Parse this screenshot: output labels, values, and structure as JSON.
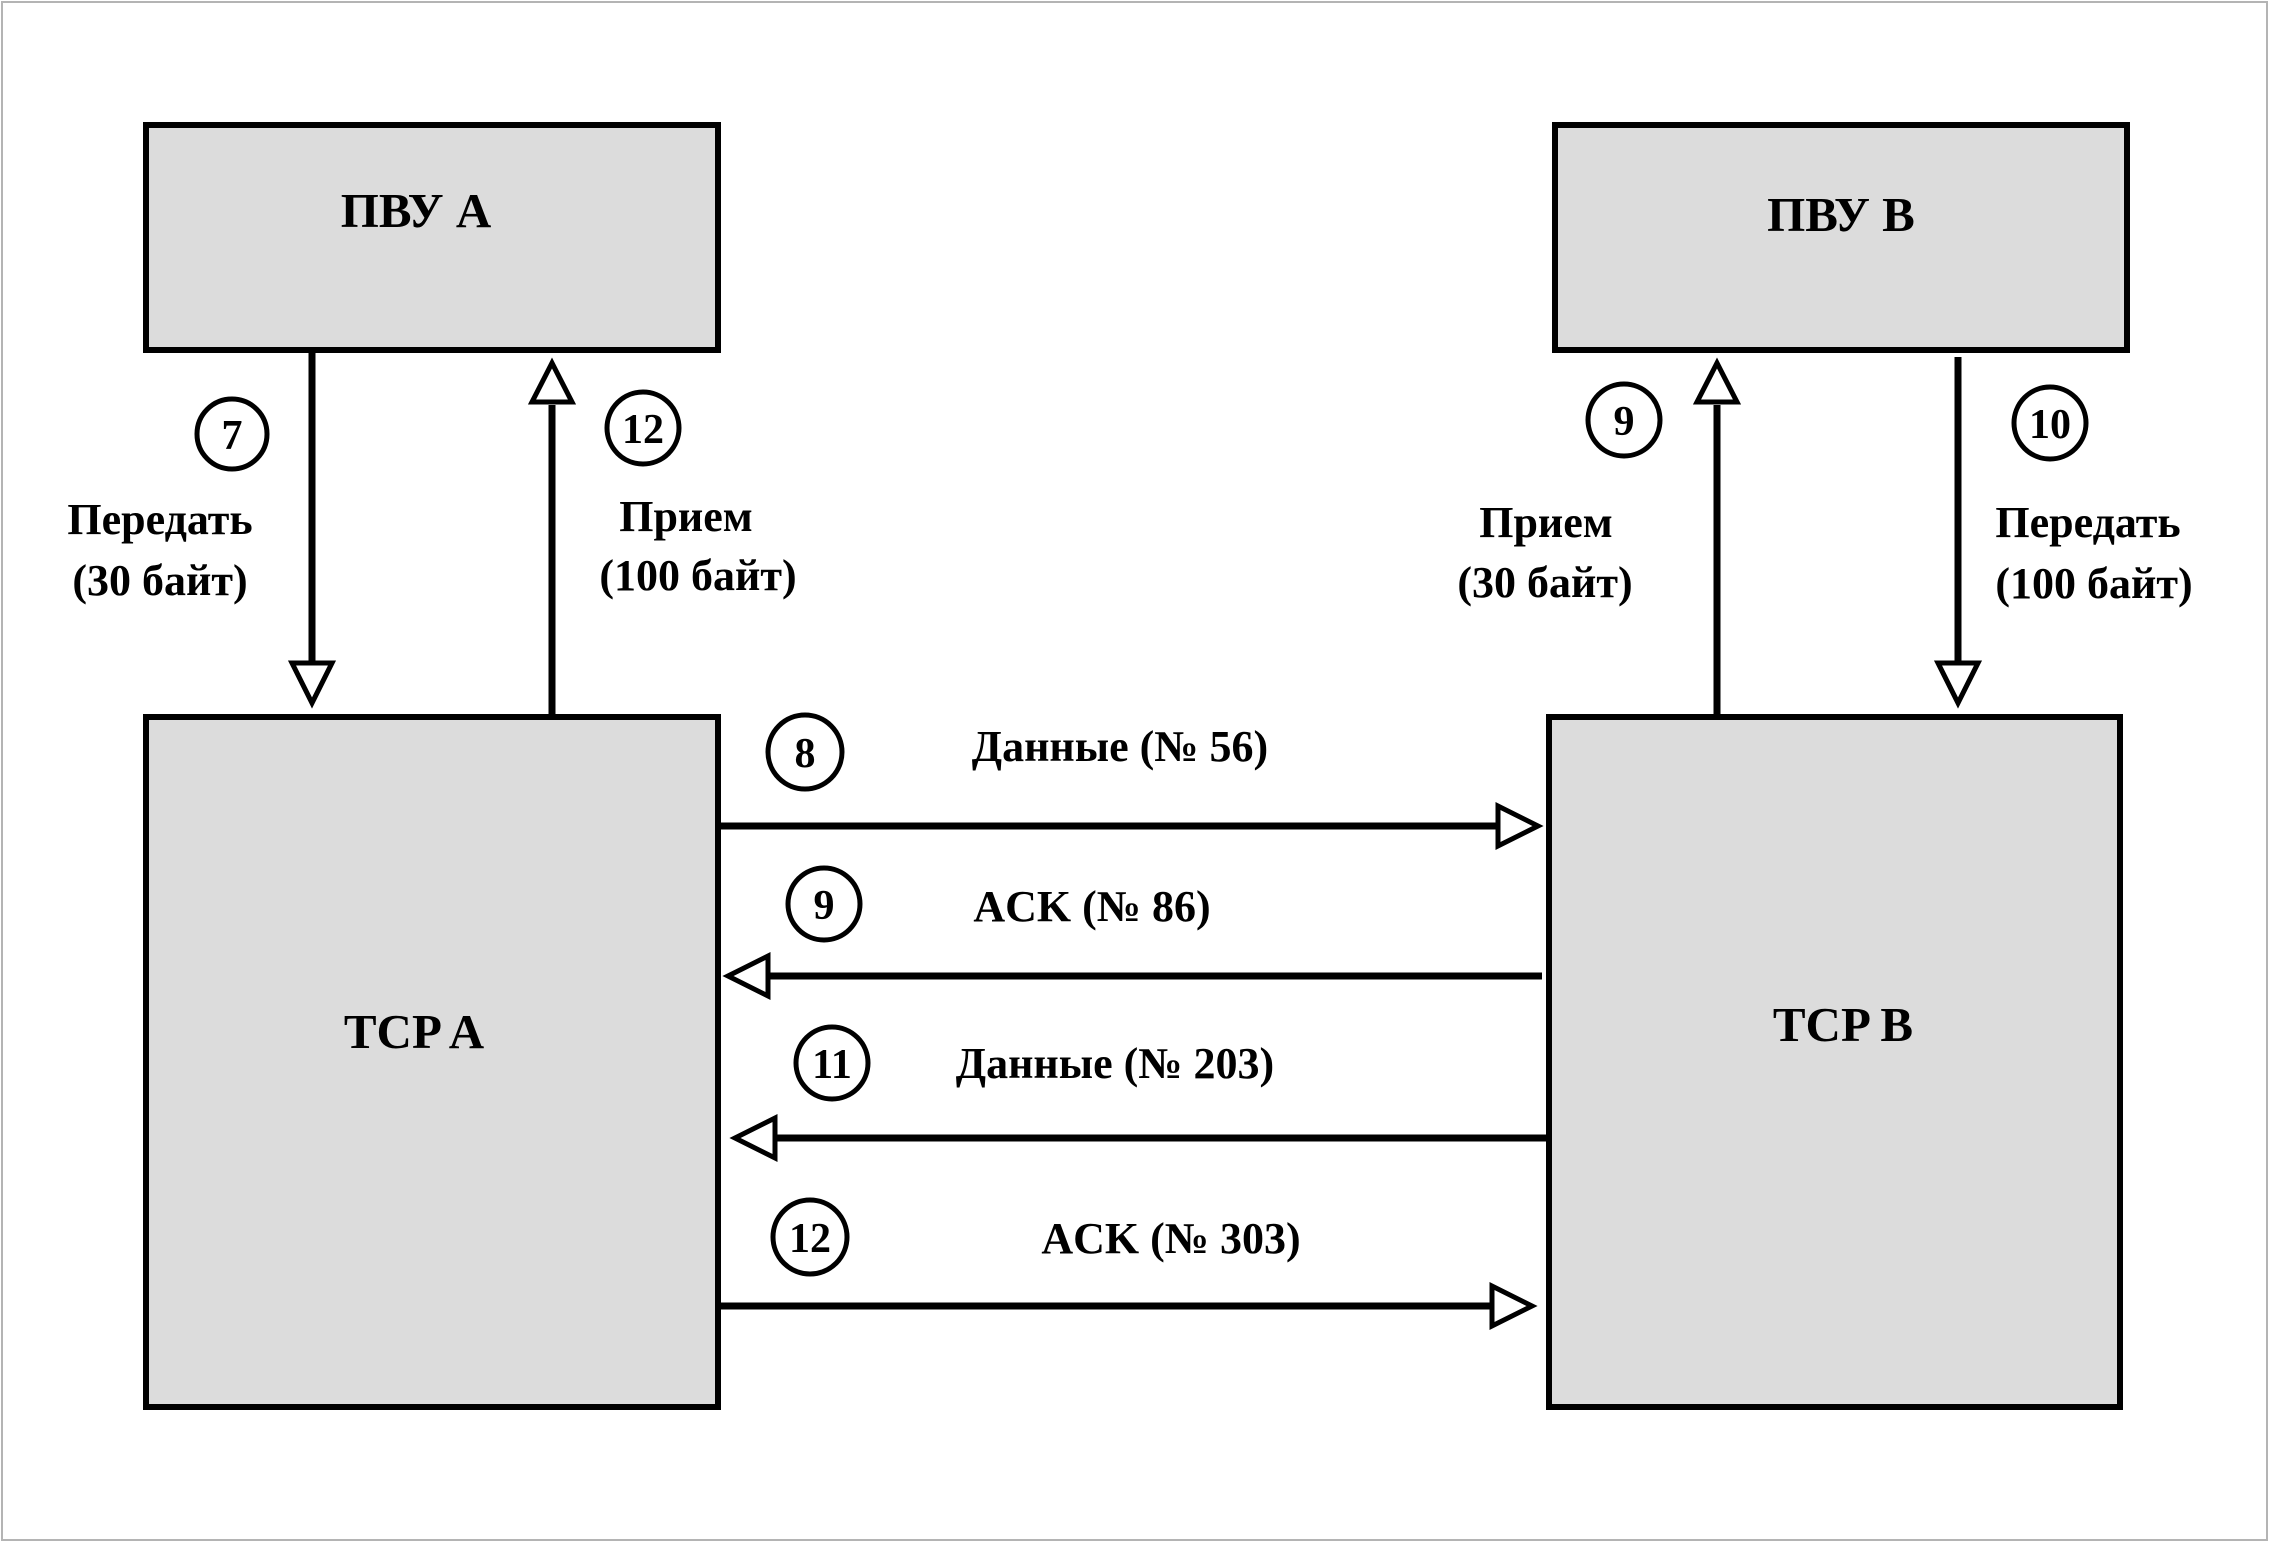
{
  "colors": {
    "box_fill": "#dcdcdc",
    "stroke": "#000000",
    "background": "#ffffff",
    "frame_border": "#b4b4b4"
  },
  "boxes": {
    "pvu_a": "ПВУ А",
    "pvu_b": "ПВУ В",
    "tcp_a": "TCP A",
    "tcp_b": "TCP B"
  },
  "vertical_links": [
    {
      "step": "7",
      "line1": "Передать",
      "line2": "(30 байт)"
    },
    {
      "step": "12",
      "line1": "Прием",
      "line2": "(100 байт)"
    },
    {
      "step": "9",
      "line1": "Прием",
      "line2": "(30 байт)"
    },
    {
      "step": "10",
      "line1": "Передать",
      "line2": "(100 байт)"
    }
  ],
  "horizontal_links": [
    {
      "step": "8",
      "label": "Данные (№ 56)"
    },
    {
      "step": "9",
      "label": "ACK (№ 86)"
    },
    {
      "step": "11",
      "label": "Данные (№ 203)"
    },
    {
      "step": "12",
      "label": "ACK (№ 303)"
    }
  ]
}
